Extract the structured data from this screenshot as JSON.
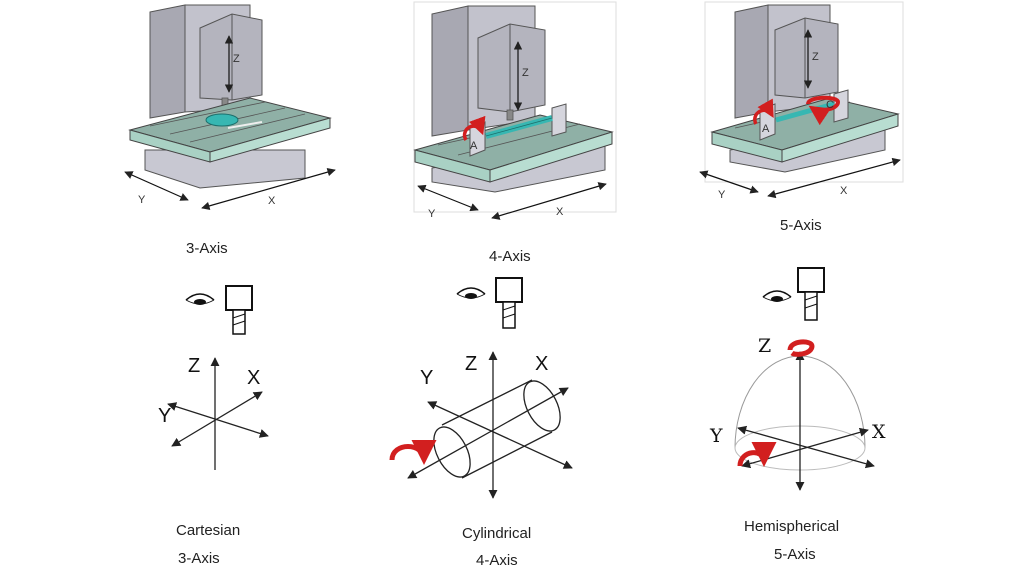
{
  "machines": [
    {
      "label": "3-Axis",
      "axis_z": "Z",
      "axis_y": "Y",
      "axis_x": "X"
    },
    {
      "label": "4-Axis",
      "axis_z": "Z",
      "axis_y": "Y",
      "axis_x": "X",
      "axis_a": "A"
    },
    {
      "label": "5-Axis",
      "axis_z": "Z",
      "axis_y": "Y",
      "axis_x": "X",
      "axis_a": "A",
      "axis_c": "C"
    }
  ],
  "coordinate_systems": [
    {
      "name": "Cartesian",
      "axes_label": "3-Axis",
      "z": "Z",
      "x": "X",
      "y": "Y"
    },
    {
      "name": "Cylindrical",
      "axes_label": "4-Axis",
      "z": "Z",
      "x": "X",
      "y": "Y"
    },
    {
      "name": "Hemispherical",
      "axes_label": "5-Axis",
      "z": "Z",
      "x": "X",
      "y": "Y"
    }
  ],
  "colors": {
    "column": "#b9b9c2",
    "table_top": "#8fb0a6",
    "table_edge": "#a9d1c4",
    "base": "#d0d0d8",
    "rotation": "#d21f1f",
    "workpiece": "#37b7b2"
  }
}
